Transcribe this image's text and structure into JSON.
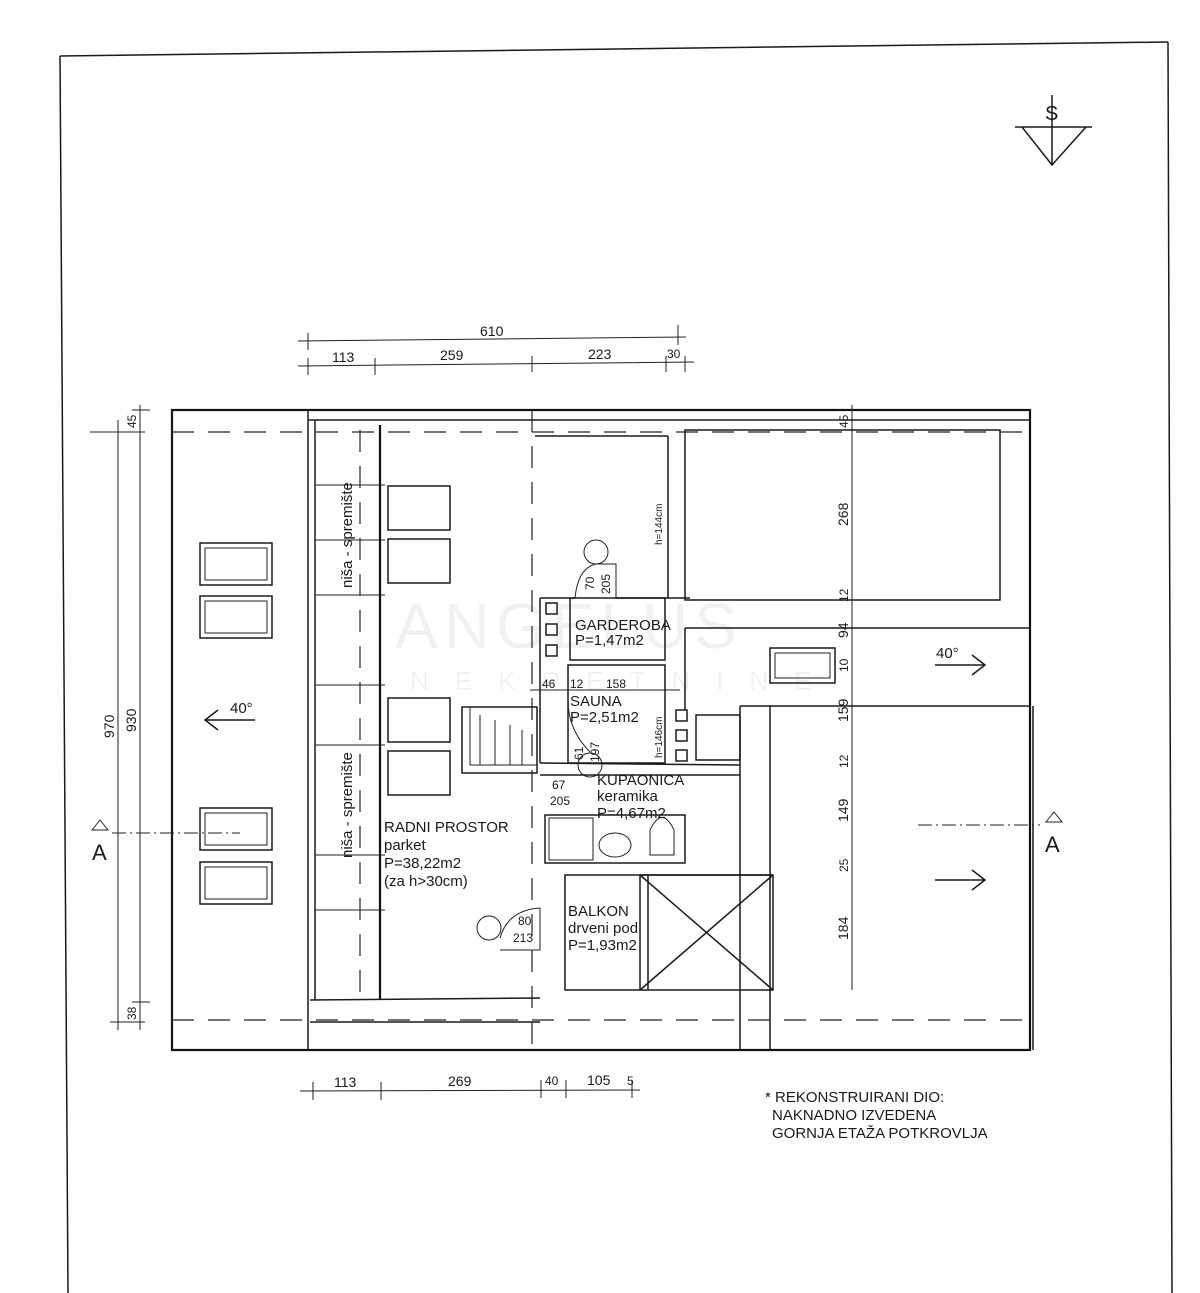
{
  "north_symbol": "S",
  "watermark": {
    "line1": "ANGELUS",
    "line2": "NEKRETNINE"
  },
  "dims_top": {
    "total": "610",
    "segments": [
      "113",
      "259",
      "223",
      "30"
    ]
  },
  "dims_bottom": {
    "segments": [
      "113",
      "269",
      "40",
      "105",
      "5"
    ]
  },
  "dims_left": {
    "outer": "970",
    "inner": "930",
    "top": "45",
    "bottom": "38"
  },
  "dims_right": [
    "45",
    "268",
    "12",
    "94",
    "10",
    "159",
    "12",
    "149",
    "25",
    "184"
  ],
  "dims_inner": {
    "sauna_row": [
      "46",
      "12",
      "158"
    ],
    "door_garderoba": [
      "70",
      "205"
    ],
    "door_sauna": [
      "61",
      "197"
    ],
    "door_kupaonica": [
      "67",
      "205"
    ],
    "door_balkon": [
      "80",
      "213"
    ],
    "h_garderoba": "h=144cm",
    "h_sauna": "h=146cm"
  },
  "rooms": {
    "garderoba": {
      "name": "GARDEROBA",
      "area": "P=1,47m2"
    },
    "sauna": {
      "name": "SAUNA",
      "area": "P=2,51m2"
    },
    "kupaonica": {
      "name": "KUPAONICA",
      "floor": "keramika",
      "area": "P=4,67m2"
    },
    "radni_prostor": {
      "name": "RADNI PROSTOR",
      "floor": "parket",
      "area": "P=38,22m2",
      "note": "(za h>30cm)"
    },
    "balkon": {
      "name": "BALKON",
      "floor": "drveni pod",
      "area": "P=1,93m2"
    },
    "nisa_top": "niša - spremište",
    "nisa_bottom": "niša - spremište"
  },
  "roof_slopes": {
    "left": "40°",
    "right": "40°"
  },
  "section_marker": "A",
  "note": [
    "* REKONSTRUIRANI DIO:",
    "NAKNADNO IZVEDENA",
    "GORNJA ETAŽA POTKROVLJA"
  ]
}
